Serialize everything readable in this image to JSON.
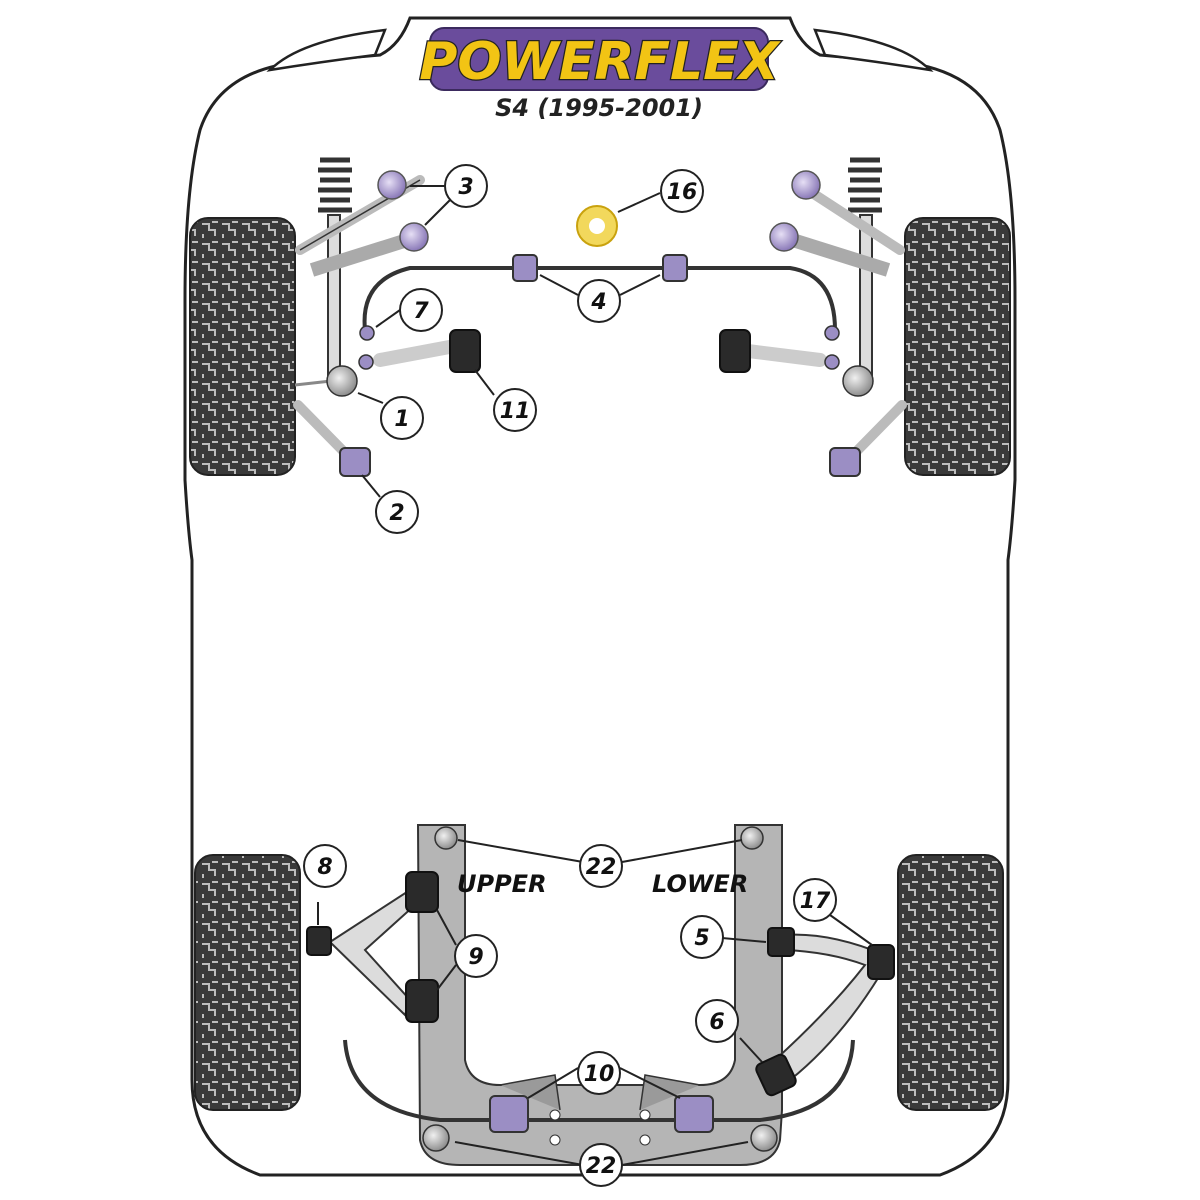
{
  "brand": {
    "name": "POWERFLEX",
    "model": "S4 (1995-2001)"
  },
  "labels": {
    "upper": "UPPER",
    "lower": "LOWER"
  },
  "callouts": {
    "c1": "1",
    "c2": "2",
    "c3": "3",
    "c4": "4",
    "c5": "5",
    "c6": "6",
    "c7": "7",
    "c8": "8",
    "c9": "9",
    "c10": "10",
    "c11": "11",
    "c16": "16",
    "c17": "17",
    "c22a": "22",
    "c22b": "22"
  },
  "colors": {
    "bushing_purple": "#9b8ec4",
    "bushing_black": "#2a2a2a",
    "brand_yellow": "#f2c414",
    "brand_purple": "#6a4c9c",
    "subframe_gray": "#b5b5b5",
    "tyre_dark": "#3a3a3a"
  }
}
